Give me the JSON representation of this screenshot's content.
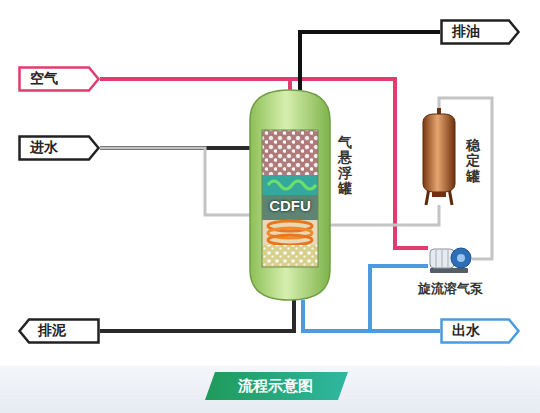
{
  "diagram": {
    "caption": "流程示意图",
    "nodes": [
      {
        "text": [
          "排油"
        ]
      },
      {
        "text": [
          "空气"
        ]
      },
      {
        "text": [
          "进水"
        ]
      },
      {
        "text": [
          "CDFU",
          "气悬浮罐"
        ]
      },
      {
        "text": [
          "稳定罐"
        ]
      },
      {
        "text": [
          "旋流溶气泵"
        ]
      },
      {
        "text": [
          "排泥"
        ]
      },
      {
        "text": [
          "出水"
        ]
      }
    ],
    "edges": [
      {
        "from": 1,
        "to": 3,
        "arrow": "none"
      },
      {
        "from": 1,
        "to": 5,
        "arrow": "none"
      },
      {
        "from": 2,
        "to": 3,
        "arrow": "none"
      },
      {
        "from": 2,
        "to": 3,
        "arrow": "none"
      },
      {
        "from": 3,
        "to": 0,
        "arrow": "none"
      },
      {
        "from": 3,
        "to": 6,
        "arrow": "none"
      },
      {
        "from": 3,
        "to": 7,
        "arrow": "none"
      },
      {
        "from": 3,
        "to": 5,
        "arrow": "none"
      },
      {
        "from": 5,
        "to": 4,
        "arrow": "none"
      },
      {
        "from": 4,
        "to": 3,
        "arrow": "none"
      }
    ]
  }
}
